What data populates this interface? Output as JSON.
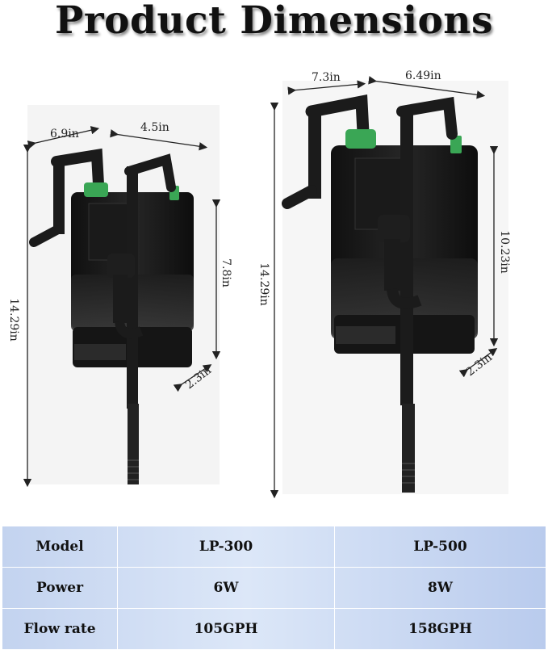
{
  "title": "Product Dimensions",
  "small_product": {
    "dims": {
      "depth": "6.9in",
      "width": "4.5in",
      "body_height": "7.8in",
      "total_height": "14.29in",
      "gap": "2.3in"
    }
  },
  "large_product": {
    "dims": {
      "depth": "7.3in",
      "width": "6.49in",
      "body_height": "10.23in",
      "total_height": "14.29in",
      "gap": "2.3in"
    }
  },
  "specs": {
    "rows": [
      {
        "label": "Model",
        "col1": "LP-300",
        "col2": "LP-500"
      },
      {
        "label": "Power",
        "col1": "6W",
        "col2": "8W"
      },
      {
        "label": "Flow rate",
        "col1": "105GPH",
        "col2": "158GPH"
      }
    ]
  },
  "colors": {
    "filter_body": "#1c1c1c",
    "accent_green": "#3aa655",
    "table_bg": "#c9d7f2"
  }
}
